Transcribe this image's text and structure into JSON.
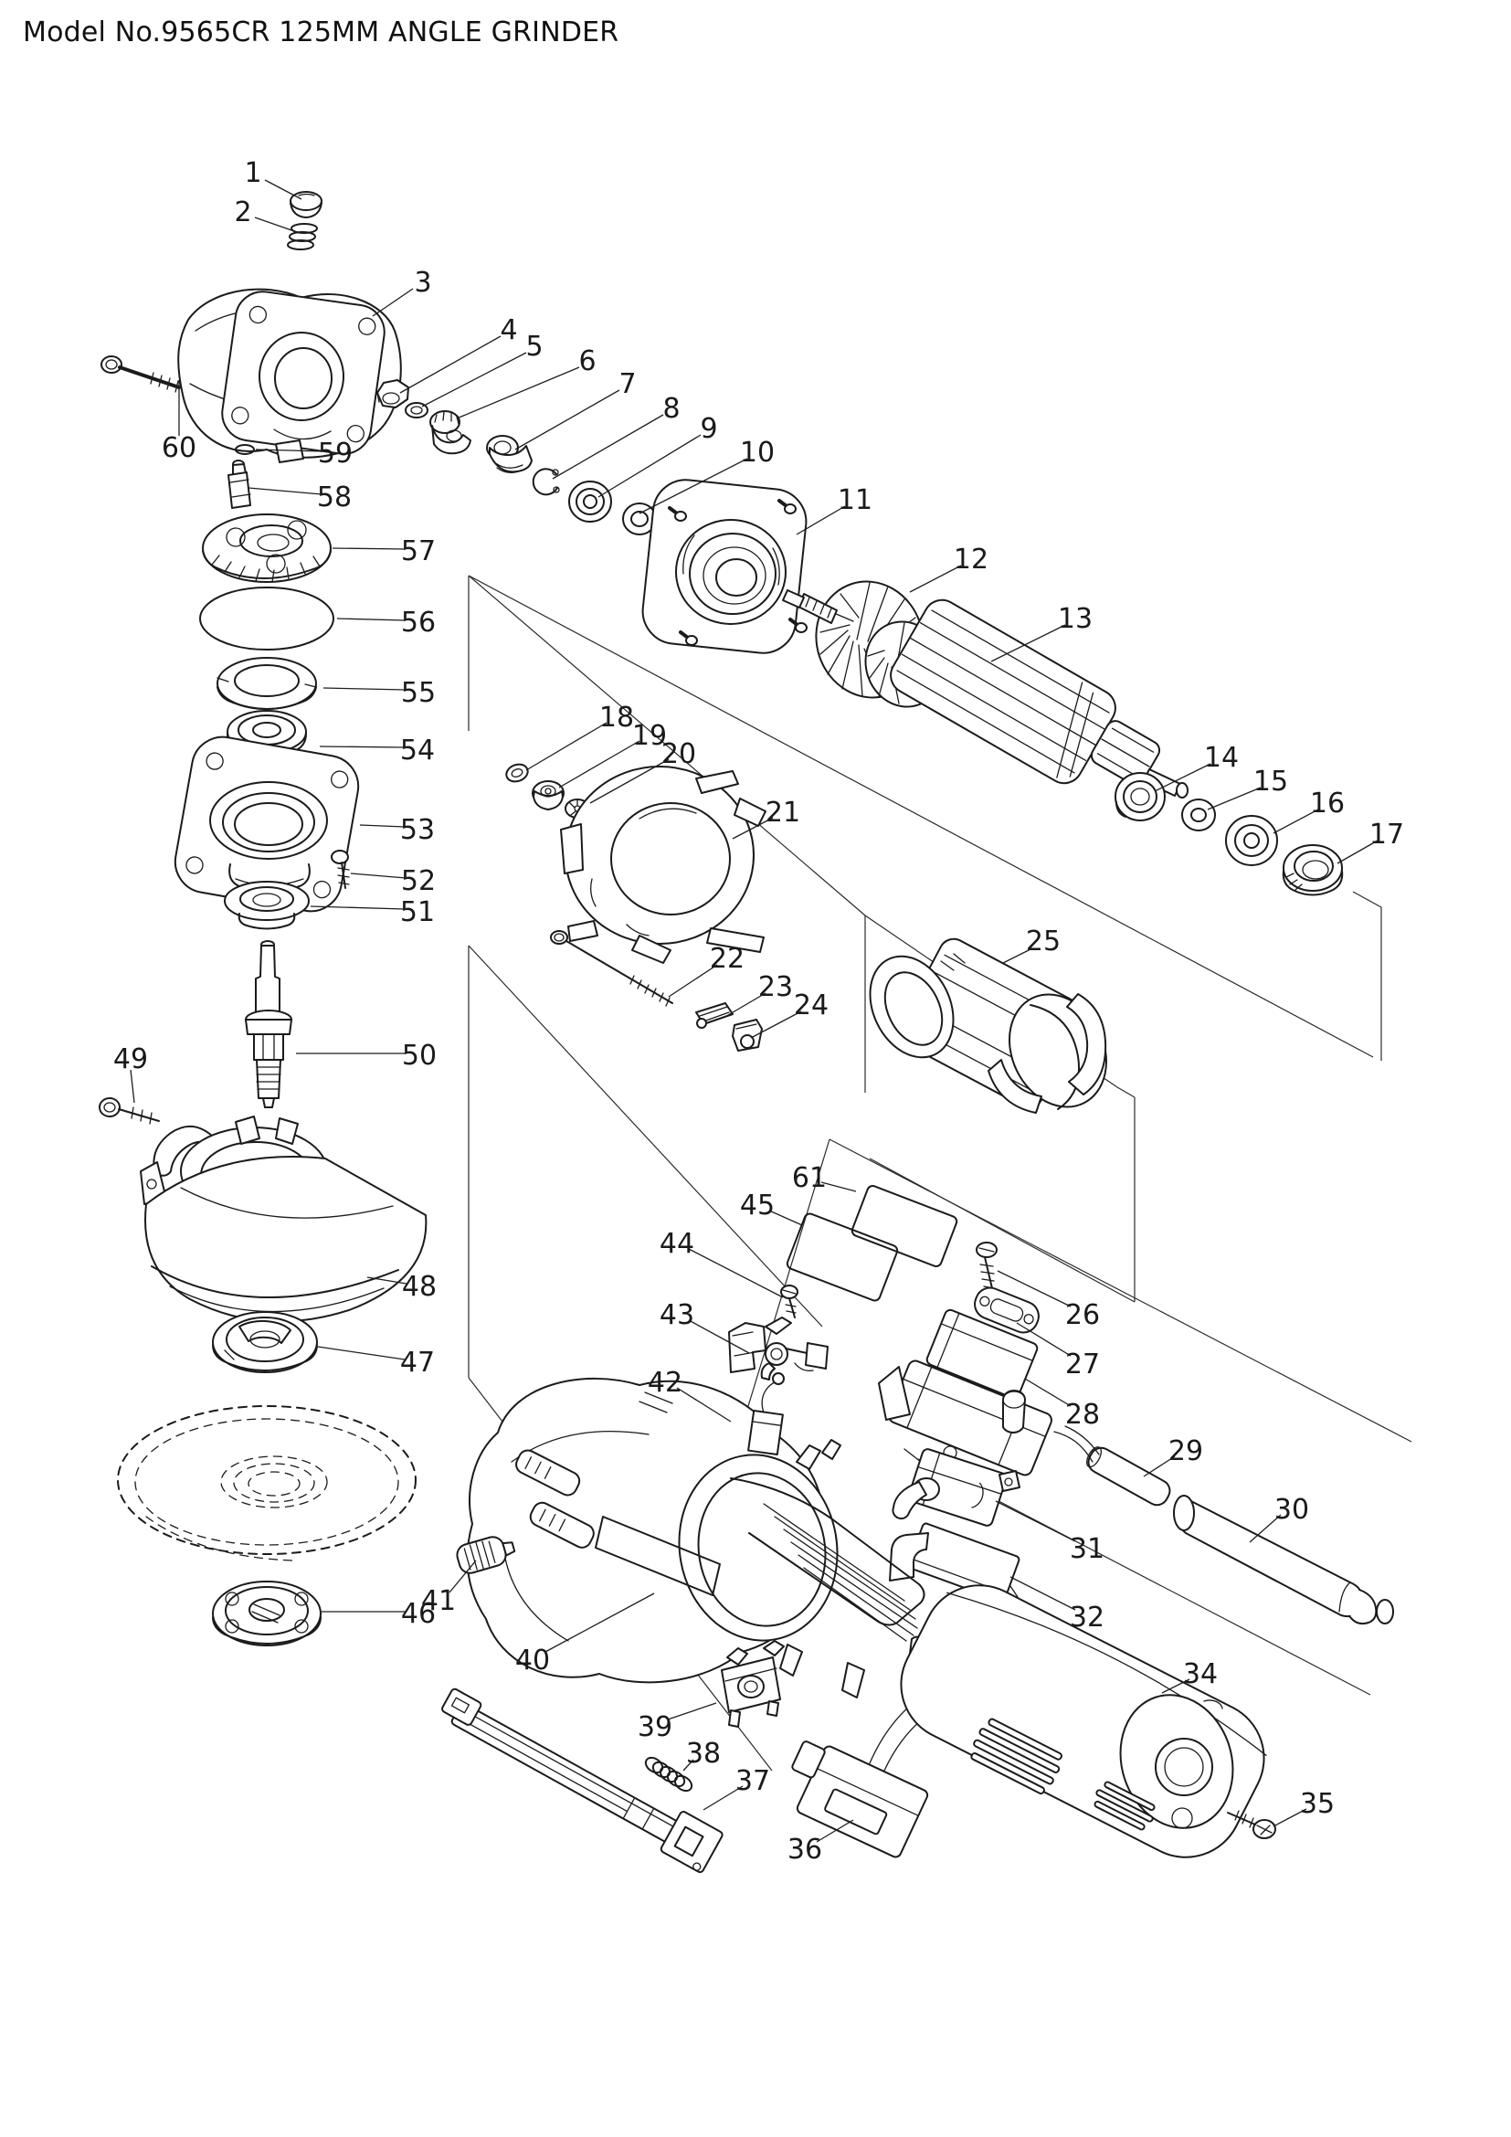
{
  "title": "Model No.9565CR 125MM ANGLE GRINDER",
  "colors": {
    "ink": "#1b1b1b",
    "background": "#ffffff"
  },
  "diagram": {
    "parts": [
      {
        "num": "1",
        "label": [
          277,
          188
        ],
        "leader": [
          [
            290,
            197
          ],
          [
            330,
            218
          ]
        ]
      },
      {
        "num": "2",
        "label": [
          266,
          231
        ],
        "leader": [
          [
            279,
            238
          ],
          [
            322,
            253
          ]
        ]
      },
      {
        "num": "3",
        "label": [
          463,
          308
        ],
        "leader": [
          [
            452,
            316
          ],
          [
            408,
            346
          ]
        ]
      },
      {
        "num": "4",
        "label": [
          557,
          360
        ],
        "leader": [
          [
            548,
            368
          ],
          [
            438,
            430
          ]
        ]
      },
      {
        "num": "5",
        "label": [
          585,
          378
        ],
        "leader": [
          [
            576,
            386
          ],
          [
            462,
            445
          ]
        ]
      },
      {
        "num": "6",
        "label": [
          643,
          394
        ],
        "leader": [
          [
            634,
            402
          ],
          [
            500,
            458
          ]
        ]
      },
      {
        "num": "7",
        "label": [
          687,
          419
        ],
        "leader": [
          [
            678,
            427
          ],
          [
            564,
            492
          ]
        ]
      },
      {
        "num": "8",
        "label": [
          735,
          446
        ],
        "leader": [
          [
            726,
            454
          ],
          [
            605,
            524
          ]
        ]
      },
      {
        "num": "9",
        "label": [
          776,
          468
        ],
        "leader": [
          [
            767,
            476
          ],
          [
            655,
            544
          ]
        ]
      },
      {
        "num": "10",
        "label": [
          829,
          494
        ],
        "leader": [
          [
            818,
            502
          ],
          [
            700,
            562
          ]
        ]
      },
      {
        "num": "11",
        "label": [
          936,
          546
        ],
        "leader": [
          [
            925,
            554
          ],
          [
            872,
            585
          ]
        ]
      },
      {
        "num": "12",
        "label": [
          1063,
          611
        ],
        "leader": [
          [
            1052,
            619
          ],
          [
            996,
            648
          ]
        ]
      },
      {
        "num": "13",
        "label": [
          1177,
          676
        ],
        "leader": [
          [
            1166,
            684
          ],
          [
            1085,
            724
          ]
        ]
      },
      {
        "num": "14",
        "label": [
          1337,
          828
        ],
        "leader": [
          [
            1325,
            836
          ],
          [
            1264,
            866
          ]
        ]
      },
      {
        "num": "15",
        "label": [
          1391,
          854
        ],
        "leader": [
          [
            1380,
            862
          ],
          [
            1322,
            886
          ]
        ]
      },
      {
        "num": "16",
        "label": [
          1453,
          878
        ],
        "leader": [
          [
            1443,
            886
          ],
          [
            1394,
            912
          ]
        ]
      },
      {
        "num": "17",
        "label": [
          1518,
          912
        ],
        "leader": [
          [
            1508,
            920
          ],
          [
            1464,
            945
          ]
        ]
      },
      {
        "num": "18",
        "label": [
          675,
          784
        ],
        "leader": [
          [
            664,
            791
          ],
          [
            576,
            843
          ]
        ]
      },
      {
        "num": "19",
        "label": [
          711,
          804
        ],
        "leader": [
          [
            700,
            811
          ],
          [
            612,
            862
          ]
        ]
      },
      {
        "num": "20",
        "label": [
          743,
          824
        ],
        "leader": [
          [
            732,
            831
          ],
          [
            646,
            879
          ]
        ]
      },
      {
        "num": "21",
        "label": [
          857,
          888
        ],
        "leader": [
          [
            846,
            895
          ],
          [
            802,
            918
          ]
        ]
      },
      {
        "num": "22",
        "label": [
          796,
          1048
        ],
        "leader": [
          [
            785,
            1056
          ],
          [
            732,
            1091
          ]
        ]
      },
      {
        "num": "23",
        "label": [
          849,
          1079
        ],
        "leader": [
          [
            838,
            1087
          ],
          [
            797,
            1111
          ]
        ]
      },
      {
        "num": "24",
        "label": [
          888,
          1099
        ],
        "leader": [
          [
            877,
            1107
          ],
          [
            822,
            1136
          ]
        ]
      },
      {
        "num": "25",
        "label": [
          1142,
          1029
        ],
        "leader": [
          [
            1130,
            1038
          ],
          [
            1098,
            1054
          ]
        ]
      },
      {
        "num": "26",
        "label": [
          1185,
          1438
        ],
        "leader": [
          [
            1172,
            1430
          ],
          [
            1092,
            1391
          ]
        ]
      },
      {
        "num": "27",
        "label": [
          1185,
          1492
        ],
        "leader": [
          [
            1172,
            1484
          ],
          [
            1113,
            1448
          ]
        ]
      },
      {
        "num": "28",
        "label": [
          1185,
          1547
        ],
        "leader": [
          [
            1172,
            1539
          ],
          [
            1122,
            1509
          ]
        ]
      },
      {
        "num": "29",
        "label": [
          1298,
          1587
        ],
        "leader": [
          [
            1286,
            1594
          ],
          [
            1252,
            1616
          ]
        ]
      },
      {
        "num": "30",
        "label": [
          1414,
          1651
        ],
        "leader": [
          [
            1402,
            1658
          ],
          [
            1368,
            1688
          ]
        ]
      },
      {
        "num": "31",
        "label": [
          1190,
          1694
        ],
        "leader": [
          [
            1177,
            1687
          ],
          [
            1090,
            1643
          ]
        ]
      },
      {
        "num": "32",
        "label": [
          1190,
          1769
        ],
        "leader": [
          [
            1177,
            1762
          ],
          [
            1106,
            1726
          ]
        ]
      },
      {
        "num": "34",
        "label": [
          1314,
          1831
        ],
        "leader": [
          [
            1302,
            1838
          ],
          [
            1272,
            1853
          ]
        ]
      },
      {
        "num": "35",
        "label": [
          1442,
          1973
        ],
        "leader": [
          [
            1430,
            1980
          ],
          [
            1394,
            1999
          ]
        ]
      },
      {
        "num": "36",
        "label": [
          881,
          2023
        ],
        "leader": [
          [
            894,
            2016
          ],
          [
            934,
            1992
          ]
        ]
      },
      {
        "num": "37",
        "label": [
          824,
          1948
        ],
        "leader": [
          [
            813,
            1955
          ],
          [
            770,
            1981
          ]
        ]
      },
      {
        "num": "38",
        "label": [
          770,
          1918
        ],
        "leader": [
          [
            759,
            1926
          ],
          [
            748,
            1938
          ]
        ]
      },
      {
        "num": "39",
        "label": [
          717,
          1889
        ],
        "leader": [
          [
            731,
            1882
          ],
          [
            784,
            1864
          ]
        ]
      },
      {
        "num": "40",
        "label": [
          583,
          1816
        ],
        "leader": [
          [
            597,
            1808
          ],
          [
            716,
            1744
          ]
        ]
      },
      {
        "num": "41",
        "label": [
          480,
          1751
        ],
        "leader": [
          [
            492,
            1743
          ],
          [
            521,
            1708
          ]
        ]
      },
      {
        "num": "42",
        "label": [
          728,
          1512
        ],
        "leader": [
          [
            741,
            1519
          ],
          [
            800,
            1556
          ]
        ]
      },
      {
        "num": "43",
        "label": [
          741,
          1438
        ],
        "leader": [
          [
            754,
            1445
          ],
          [
            820,
            1481
          ]
        ]
      },
      {
        "num": "44",
        "label": [
          741,
          1360
        ],
        "leader": [
          [
            754,
            1367
          ],
          [
            857,
            1420
          ]
        ]
      },
      {
        "num": "45",
        "label": [
          829,
          1318
        ],
        "leader": [
          [
            842,
            1325
          ],
          [
            878,
            1341
          ]
        ]
      },
      {
        "num": "46",
        "label": [
          458,
          1765
        ],
        "leader": [
          [
            444,
            1764
          ],
          [
            352,
            1764
          ]
        ]
      },
      {
        "num": "47",
        "label": [
          457,
          1490
        ],
        "leader": [
          [
            443,
            1488
          ],
          [
            348,
            1474
          ]
        ]
      },
      {
        "num": "48",
        "label": [
          459,
          1407
        ],
        "leader": [
          [
            445,
            1405
          ],
          [
            402,
            1398
          ]
        ]
      },
      {
        "num": "49",
        "label": [
          143,
          1158
        ],
        "leader": [
          [
            143,
            1171
          ],
          [
            147,
            1207
          ]
        ]
      },
      {
        "num": "50",
        "label": [
          459,
          1154
        ],
        "leader": [
          [
            444,
            1153
          ],
          [
            324,
            1153
          ]
        ]
      },
      {
        "num": "51",
        "label": [
          457,
          997
        ],
        "leader": [
          [
            443,
            995
          ],
          [
            340,
            992
          ]
        ]
      },
      {
        "num": "52",
        "label": [
          458,
          963
        ],
        "leader": [
          [
            444,
            961
          ],
          [
            384,
            956
          ]
        ]
      },
      {
        "num": "53",
        "label": [
          457,
          907
        ],
        "leader": [
          [
            443,
            905
          ],
          [
            394,
            903
          ]
        ]
      },
      {
        "num": "54",
        "label": [
          457,
          820
        ],
        "leader": [
          [
            443,
            818
          ],
          [
            350,
            817
          ]
        ]
      },
      {
        "num": "55",
        "label": [
          458,
          757
        ],
        "leader": [
          [
            444,
            755
          ],
          [
            354,
            753
          ]
        ]
      },
      {
        "num": "56",
        "label": [
          458,
          680
        ],
        "leader": [
          [
            444,
            679
          ],
          [
            369,
            677
          ]
        ]
      },
      {
        "num": "57",
        "label": [
          458,
          602
        ],
        "leader": [
          [
            444,
            601
          ],
          [
            364,
            600
          ]
        ]
      },
      {
        "num": "58",
        "label": [
          366,
          543
        ],
        "leader": [
          [
            352,
            541
          ],
          [
            272,
            534
          ]
        ]
      },
      {
        "num": "59",
        "label": [
          367,
          495
        ],
        "leader": [
          [
            353,
            494
          ],
          [
            280,
            492
          ]
        ]
      },
      {
        "num": "60",
        "label": [
          196,
          489
        ],
        "leader": [
          [
            196,
            477
          ],
          [
            196,
            416
          ]
        ]
      },
      {
        "num": "61",
        "label": [
          886,
          1288
        ],
        "leader": [
          [
            899,
            1294
          ],
          [
            937,
            1304
          ]
        ]
      }
    ],
    "construction_lines": [
      [
        [
          513,
          630
        ],
        [
          513,
          800
        ]
      ],
      [
        [
          513,
          630
        ],
        [
          947,
          1002
        ]
      ],
      [
        [
          513,
          630
        ],
        [
          1503,
          1157
        ]
      ],
      [
        [
          1512,
          1161
        ],
        [
          1512,
          993
        ]
      ],
      [
        [
          1512,
          993
        ],
        [
          1481,
          976
        ]
      ],
      [
        [
          947,
          1002
        ],
        [
          947,
          1196
        ]
      ],
      [
        [
          947,
          1002
        ],
        [
          1223,
          1190
        ]
      ],
      [
        [
          1223,
          1190
        ],
        [
          1242,
          1201
        ]
      ],
      [
        [
          1242,
          1201
        ],
        [
          1242,
          1425
        ]
      ],
      [
        [
          952,
          1268
        ],
        [
          1242,
          1425
        ]
      ],
      [
        [
          908,
          1247
        ],
        [
          1545,
          1578
        ]
      ],
      [
        [
          908,
          1247
        ],
        [
          770,
          1700
        ]
      ],
      [
        [
          513,
          1035
        ],
        [
          513,
          1508
        ]
      ],
      [
        [
          513,
          1035
        ],
        [
          900,
          1452
        ]
      ],
      [
        [
          513,
          1508
        ],
        [
          845,
          1938
        ]
      ],
      [
        [
          1005,
          1597
        ],
        [
          1500,
          1855
        ]
      ]
    ]
  }
}
